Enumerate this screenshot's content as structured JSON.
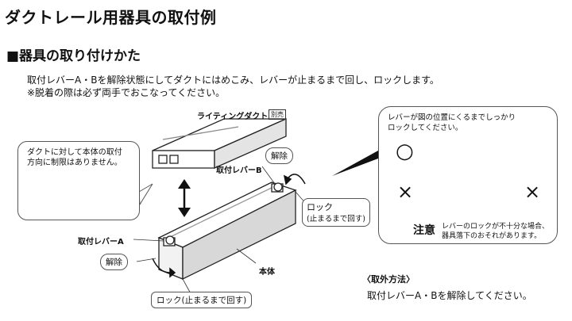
{
  "title": "ダクトレール用器具の取付例",
  "section": {
    "title": "■器具の取り付けかた",
    "instruction": "取付レバーA・Bを解除状態にしてダクトにはめこみ、レバーが止まるまで回し、ロックします。",
    "note": "※脱着の際は必ず両手でおこなってください。"
  },
  "diagram": {
    "duct_label": "ライティングダクト",
    "duct_tag": "別売",
    "left_bubble": {
      "line1": "ダクトに対して本体の取付",
      "line2": "方向に制限はありません。"
    },
    "lever_b_label": "取付レバーB",
    "lever_a_label": "取付レバーA",
    "release_label": "解除",
    "lock_label": "ロック",
    "lock_sub": "(止まるまで回す)",
    "lock_full": "ロック(止まるまで回す)",
    "body_label": "本体"
  },
  "callout": {
    "line1": "レバーが図の位置にくるまでしっかり",
    "line2": "ロックしてください。",
    "ok_mark": "○",
    "ng_mark": "×",
    "warning_title": "注意",
    "warning_line1": "レバーのロックが不十分な場合、",
    "warning_line2": "器具落下のおそれがあります。"
  },
  "removal": {
    "title": "〈取外方法〉",
    "text": "取付レバーA・Bを解除してください。"
  }
}
